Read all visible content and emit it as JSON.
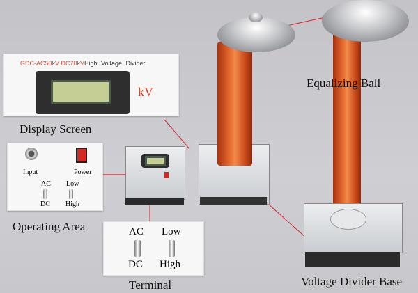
{
  "display_panel": {
    "model": "GDC-AC50kV  DC70kV",
    "title": "High  Voltage  Divider",
    "unit": "kV"
  },
  "labels": {
    "display_screen": "Display Screen",
    "operating_area": "Operating Area",
    "terminal": "Terminal",
    "equalizing_ball": "Equalizing Ball",
    "voltage_divider_base": "Voltage Divider Base"
  },
  "operating_area": {
    "input": "Input",
    "power": "Power",
    "ac": "AC",
    "dc": "DC",
    "low": "Low",
    "high": "High"
  },
  "terminal": {
    "ac": "AC",
    "dc": "DC",
    "low": "Low",
    "high": "High"
  },
  "colors": {
    "callout_line": "#d8262a",
    "panel_text": "#e0452a",
    "column": "#e0642a"
  }
}
